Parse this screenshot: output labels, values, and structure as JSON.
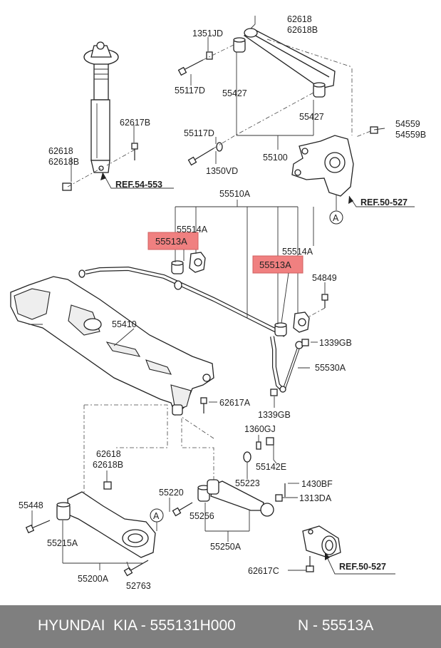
{
  "labels": {
    "p62618_62618B_top": "62618",
    "p62618B_top": "62618B",
    "p1351JD": "1351JD",
    "p55117D_top": "55117D",
    "p55427_left": "55427",
    "p55427_right": "55427",
    "p62617B_top": "62617B",
    "p62618_left": "62618",
    "p62618B_left": "62618B",
    "p55117D_mid": "55117D",
    "p1350VD": "1350VD",
    "p55100": "55100",
    "p54559": "54559",
    "p54559B": "54559B",
    "p55510A": "55510A",
    "p55514A_left": "55514A",
    "p55513A_left": "55513A",
    "p55514A_right": "55514A",
    "p55513A_right": "55513A",
    "p54849": "54849",
    "p55410": "55410",
    "p1339GB_top": "1339GB",
    "p55530A": "55530A",
    "p62617A": "62617A",
    "p1339GB_bottom": "1339GB",
    "p1360GJ": "1360GJ",
    "p55142E": "55142E",
    "p62618_bottom": "62618",
    "p62618B_bottom": "62618B",
    "p55223": "55223",
    "p1430BF": "1430BF",
    "p55448": "55448",
    "p55220": "55220",
    "p1313DA": "1313DA",
    "p55256": "55256",
    "p55215A": "55215A",
    "p55250A": "55250A",
    "p55200A": "55200A",
    "p52763": "52763",
    "p62617C": "62617C",
    "ref_54_553": "REF.54-553",
    "ref_50_527_top": "REF.50-527",
    "ref_50_527_bottom": "REF.50-527",
    "circle_a_top": "A",
    "circle_a_bottom": "A"
  },
  "highlight_color": "#f08080",
  "footer": {
    "brand": "HYUNDAI  KIA - 555131H000",
    "part": "N - 55513A"
  }
}
